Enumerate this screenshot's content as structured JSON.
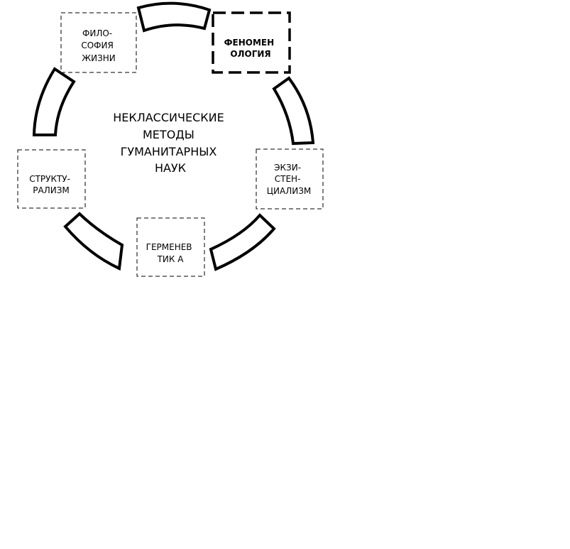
{
  "center": {
    "lines": [
      "НЕКЛАССИЧЕСКИЕ",
      "МЕТОДЫ",
      "ГУМАНИТАРНЫХ",
      "НАУК"
    ]
  },
  "nodes": {
    "philosophy_of_life": {
      "lines": [
        "ФИЛО-",
        "СОФИЯ",
        "ЖИЗНИ"
      ]
    },
    "phenomenology": {
      "lines": [
        "ФЕНОМЕН",
        "ОЛОГИЯ"
      ]
    },
    "existentialism": {
      "lines": [
        "ЭКЗИ-",
        "СТЕН-",
        "ЦИАЛИЗМ"
      ]
    },
    "hermeneutics": {
      "lines": [
        "ГЕРМЕНЕВ",
        "ТИК А"
      ]
    },
    "structuralism": {
      "lines": [
        "СТРУКТУ-",
        "РАЛИЗМ"
      ]
    }
  },
  "colors": {
    "stroke": "#000000",
    "background": "#ffffff"
  }
}
